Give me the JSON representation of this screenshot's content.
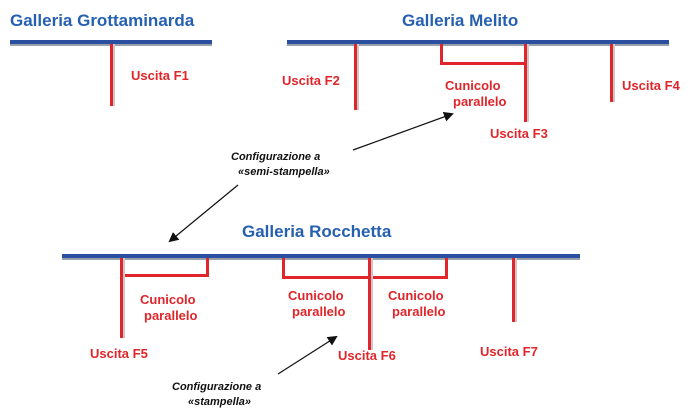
{
  "galleries": {
    "grottaminarda": {
      "title": "Galleria Grottaminarda",
      "exits": [
        "Uscita F1"
      ]
    },
    "melito": {
      "title": "Galleria Melito",
      "exits": [
        "Uscita F2",
        "Uscita F3",
        "Uscita F4"
      ],
      "tunnel": [
        "Cunicolo",
        "parallelo"
      ]
    },
    "rocchetta": {
      "title": "Galleria Rocchetta",
      "exits": [
        "Uscita F5",
        "Uscita F6",
        "Uscita F7"
      ],
      "tunnel_left": [
        "Cunicolo",
        "parallelo"
      ],
      "tunnel_middle": [
        "Cunicolo",
        "parallelo"
      ],
      "tunnel_right": [
        "Cunicolo",
        "parallelo"
      ]
    }
  },
  "annotations": {
    "semi_stampella": [
      "Configurazione a",
      "«semi-stampella»"
    ],
    "stampella": [
      "Configurazione a",
      "«stampella»"
    ]
  },
  "colors": {
    "tube": "#2a4fa0",
    "tube_shadow": "#9aa0aa",
    "exit": "#e0262a",
    "title": "#2660b0"
  }
}
